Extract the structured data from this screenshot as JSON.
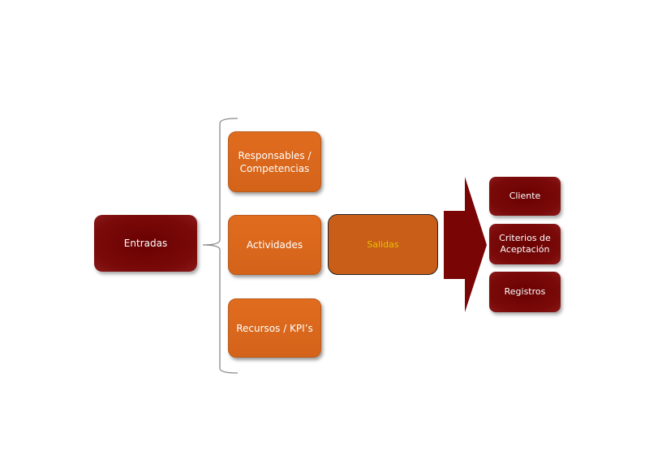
{
  "inputs": {
    "label": "Entradas"
  },
  "process": [
    {
      "label": "Responsables / Competencias"
    },
    {
      "label": "Actividades"
    },
    {
      "label": "Recursos / KPI’s"
    }
  ],
  "outputs": {
    "label": "Salidas"
  },
  "results": [
    {
      "label": "Cliente"
    },
    {
      "label": "Criterios de Aceptación"
    },
    {
      "label": "Registros"
    }
  ],
  "colors": {
    "dark_red": "#700000",
    "orange": "#da661c",
    "salidas_text": "#e8c000"
  }
}
